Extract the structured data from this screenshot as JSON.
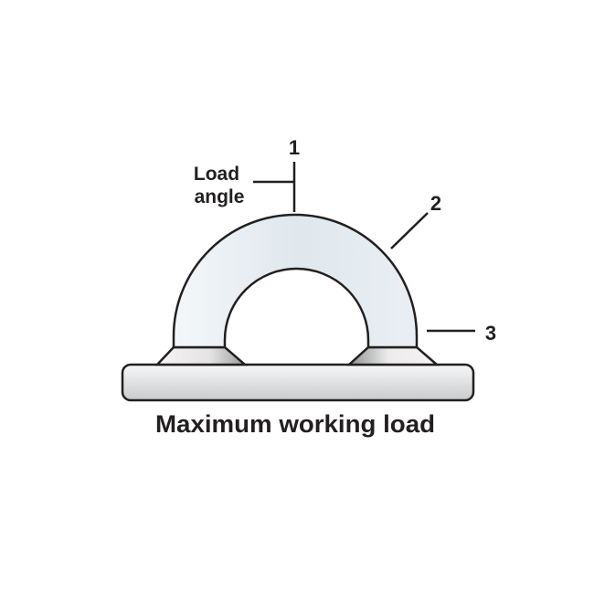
{
  "title": "Maximum working load",
  "labels": {
    "load_angle_line1": "Load",
    "load_angle_line2": "angle",
    "callout_1": "1",
    "callout_2": "2",
    "callout_3": "3"
  },
  "colors": {
    "fill": "#e4ebef",
    "stroke": "#231f20",
    "text": "#231f20"
  }
}
